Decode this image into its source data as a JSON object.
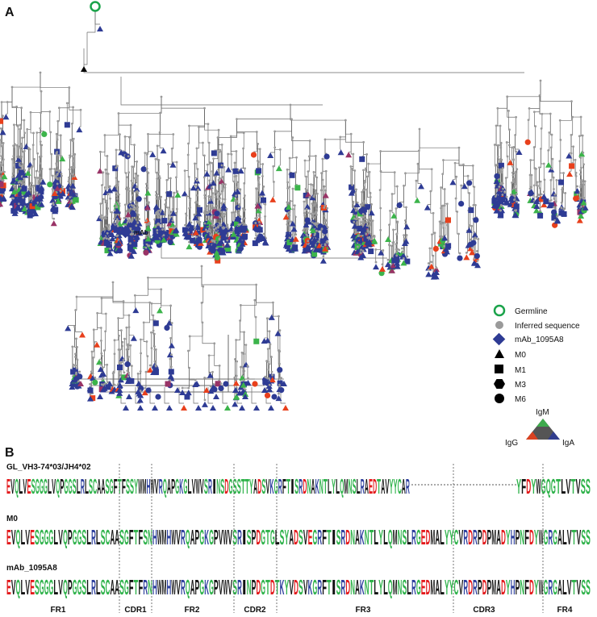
{
  "panels": {
    "a": "A",
    "b": "B"
  },
  "tree": {
    "mab_label": "mAb"
  },
  "legend": {
    "germline": "Germline",
    "inferred": "Inferred sequence",
    "mab": "mAb_1095A8",
    "m0": "M0",
    "m1": "M1",
    "m3": "M3",
    "m6": "M6",
    "igm": "IgM",
    "igg": "IgG",
    "iga": "IgA"
  },
  "colors": {
    "igm_green": "#3cb44b",
    "igg_red": "#e8401c",
    "iga_blue": "#2e3b94",
    "germline_ring": "#1aa34a",
    "inferred_grey": "#9a9a9a",
    "mab_purple": "#993366"
  },
  "sequences": [
    {
      "label": "GL_VH3-74*03/JH4*02",
      "seq": "EVQLVESGGGLVQPGGSLRLSCAASGFTFSSYWMHWVRQAPGKGLVWVSRINSDGSSTTYADSVKGRFTISRDNAKNTLYLQMNSLRAEDTAVYYCAR"
    },
    {
      "label": "M0",
      "seq": "EVQLVESGGGLVQPGGSLRLSCAASGFTFSNHWMHWVRQAPGKGPVWVSRISPDGTGLSYADSVEGRFTISRDNAKNTLYLQMNSLRGEDMALYYCVRDRPDPMADYHPNFDYWGRGALVTVSS"
    },
    {
      "label": "mAb_1095A8",
      "seq": "EVQLVESGGGLVQPGGSLRLSCAASGFTFRNHWMHWVRQAPGKGPVWVSRINPDGTDTKYVDSVKGRFTISRDNAKNTLYLQMNSLRGEDMALYYCVRDRPDPMADYHPNFDYWGRGALVTVSS"
    }
  ],
  "gl_jh_tail": "YFDYWGQGTLVTVSS",
  "regions": [
    "FR1",
    "CDR1",
    "FR2",
    "CDR2",
    "FR3",
    "CDR3",
    "FR4"
  ]
}
